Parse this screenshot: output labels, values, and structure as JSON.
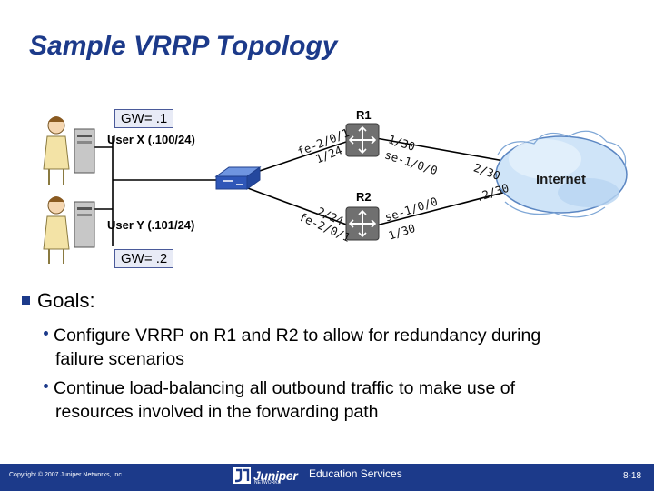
{
  "title": "Sample VRRP Topology",
  "topology": {
    "gw1": "GW= .1",
    "gw2": "GW= .2",
    "user_x": "User X (.100/24)",
    "user_y": "User Y (.101/24)",
    "r1": "R1",
    "r2": "R2",
    "r1_fe_if": "fe-2/0/1",
    "r1_fe_addr": "1/24",
    "r1_se_addr": "1/30",
    "r1_se_if": "se-1/0/0",
    "r2_fe_addr": "2/24",
    "r2_fe_if": "fe-2/0/1",
    "r2_se_if": "se-1/0/0",
    "r2_se_addr": "1/30",
    "internet_r1_addr": "2/30",
    "internet_r2_addr": ".2/30",
    "internet": "Internet"
  },
  "goals": {
    "heading": "Goals:",
    "bullets": [
      [
        "Configure VRRP on R1 and R2 to allow for redundancy during",
        "failure scenarios"
      ],
      [
        "Continue load-balancing all outbound traffic to make use of",
        "resources involved in the forwarding path"
      ]
    ]
  },
  "footer": {
    "copyright": "Copyright © 2007 Juniper Networks, Inc.",
    "logo": "Juniper",
    "logo_sub": "NETWORKS",
    "education": "Education Services",
    "page": "8-18"
  },
  "colors": {
    "brand_blue": "#1c3a8a",
    "router_gray": "#6e6e6e",
    "switch_blue": "#2f57b8"
  }
}
